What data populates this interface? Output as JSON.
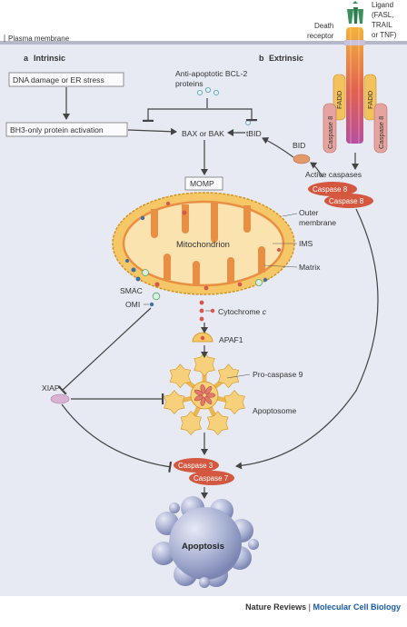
{
  "membrane": {
    "label": "Plasma membrane"
  },
  "intrinsic": {
    "letter": "a",
    "title": "Intrinsic"
  },
  "extrinsic": {
    "letter": "b",
    "title": "Extrinsic"
  },
  "ligand": {
    "label_lines": [
      "Ligand",
      "(FASL,",
      "TRAIL",
      "or TNF)"
    ]
  },
  "death_receptor": {
    "label_lines": [
      "Death",
      "receptor"
    ]
  },
  "fadd": {
    "label": "FADD"
  },
  "caspase8_vertical": {
    "label": "Caspase 8"
  },
  "dna_damage": {
    "label": "DNA damage or ER stress"
  },
  "bh3": {
    "label": "BH3-only protein activation"
  },
  "anti_apoptotic": {
    "label_lines": [
      "Anti-apoptotic BCL-2",
      "proteins"
    ]
  },
  "bax_bak": {
    "label": "BAX or BAK"
  },
  "tbid": {
    "label": "tBID"
  },
  "bid": {
    "label": "BID"
  },
  "active_caspases": {
    "label": "Active caspases",
    "caspase_a": "Caspase 8",
    "caspase_b": "Caspase 8"
  },
  "momp": {
    "label": "MOMP"
  },
  "mitochondrion": {
    "label": "Mitochondrion"
  },
  "outer_membrane": {
    "label_lines": [
      "Outer",
      "membrane"
    ]
  },
  "ims": {
    "label": "IMS"
  },
  "matrix": {
    "label": "Matrix"
  },
  "smac": {
    "label": "SMAC"
  },
  "omi": {
    "label": "OMI"
  },
  "cytochrome": {
    "label": "Cytochrome ",
    "italic": "c"
  },
  "apaf1": {
    "label": "APAF1"
  },
  "pro_caspase9": {
    "label": "Pro-caspase 9"
  },
  "apoptosome": {
    "label": "Apoptosome"
  },
  "xiap": {
    "label": "XIAP"
  },
  "caspase3": {
    "label": "Caspase 3"
  },
  "caspase7": {
    "label": "Caspase 7"
  },
  "apoptosis": {
    "label": "Apoptosis"
  },
  "footer": {
    "journal": "Nature Reviews",
    "separator": " | ",
    "section": "Molecular Cell Biology"
  },
  "colors": {
    "background": "#e7e9f3",
    "arrow": "#444444",
    "mito_outer": "#f6c766",
    "mito_inner": "#e98f43",
    "caspase": "#d3583f",
    "apoptosis_cell": "#9ea6c8"
  }
}
